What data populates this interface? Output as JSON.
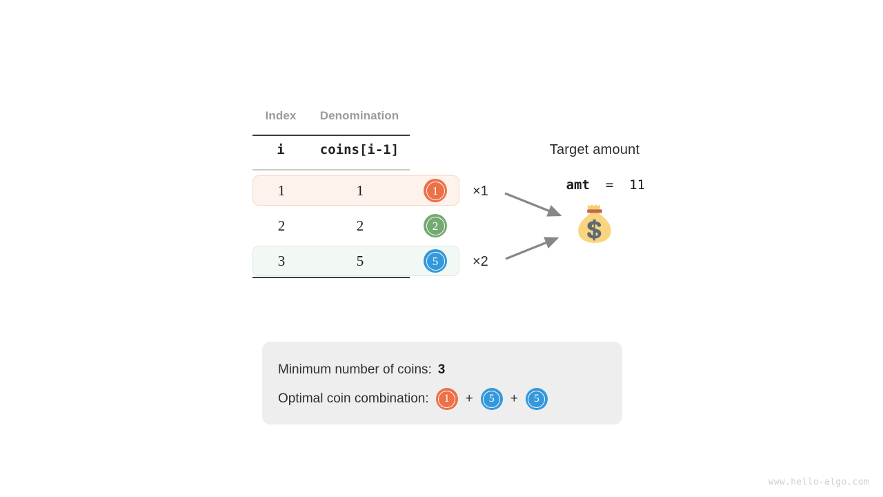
{
  "table": {
    "headers": {
      "index": "Index",
      "denomination": "Denomination"
    },
    "code_headers": {
      "index": "i",
      "denomination": "coins[i-1]"
    },
    "rows": [
      {
        "index": "1",
        "denomination": "1",
        "coin": "1",
        "coin_color": "#ec7048",
        "highlight": "orange",
        "multiplier": "×1"
      },
      {
        "index": "2",
        "denomination": "2",
        "coin": "2",
        "coin_color": "#74aa72",
        "highlight": "none",
        "multiplier": ""
      },
      {
        "index": "3",
        "denomination": "5",
        "coin": "5",
        "coin_color": "#3498db",
        "highlight": "green",
        "multiplier": "×2"
      }
    ]
  },
  "target": {
    "title": "Target amount",
    "var_name": "amt",
    "equals": "=",
    "value": "11",
    "bag_icon": "money-bag-icon"
  },
  "arrows": [
    {
      "name": "arrow-coin1-to-bag"
    },
    {
      "name": "arrow-coin5-to-bag"
    }
  ],
  "summary": {
    "min_coins_label": "Minimum number of coins:",
    "min_coins_value": "3",
    "combination_label": "Optimal coin combination:",
    "plus": "+",
    "combination": [
      {
        "value": "1",
        "color": "#ec7048"
      },
      {
        "value": "5",
        "color": "#3498db"
      },
      {
        "value": "5",
        "color": "#3498db"
      }
    ]
  },
  "watermark": "www.hello-algo.com",
  "colors": {
    "orange": "#ec7048",
    "green": "#74aa72",
    "blue": "#3498db",
    "row_orange_bg": "#fdf2ec",
    "row_green_bg": "#f2f8f3",
    "summary_bg": "#eeeeee",
    "arrow": "#878787"
  }
}
